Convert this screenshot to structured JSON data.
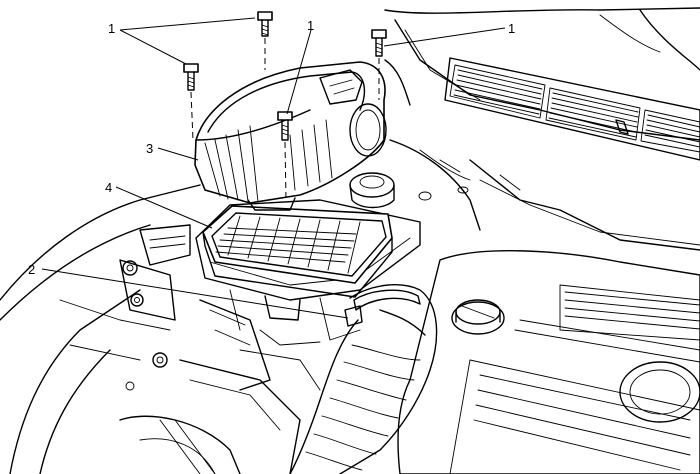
{
  "figure": {
    "background": "#ffffff",
    "line_color": "#000000",
    "callouts": [
      {
        "id": "bolt-top-left-a",
        "label": "1"
      },
      {
        "id": "bolt-center",
        "label": "1"
      },
      {
        "id": "bolt-right",
        "label": "1"
      },
      {
        "id": "clamp",
        "label": "2"
      },
      {
        "id": "cover",
        "label": "3"
      },
      {
        "id": "filter",
        "label": "4"
      }
    ]
  }
}
